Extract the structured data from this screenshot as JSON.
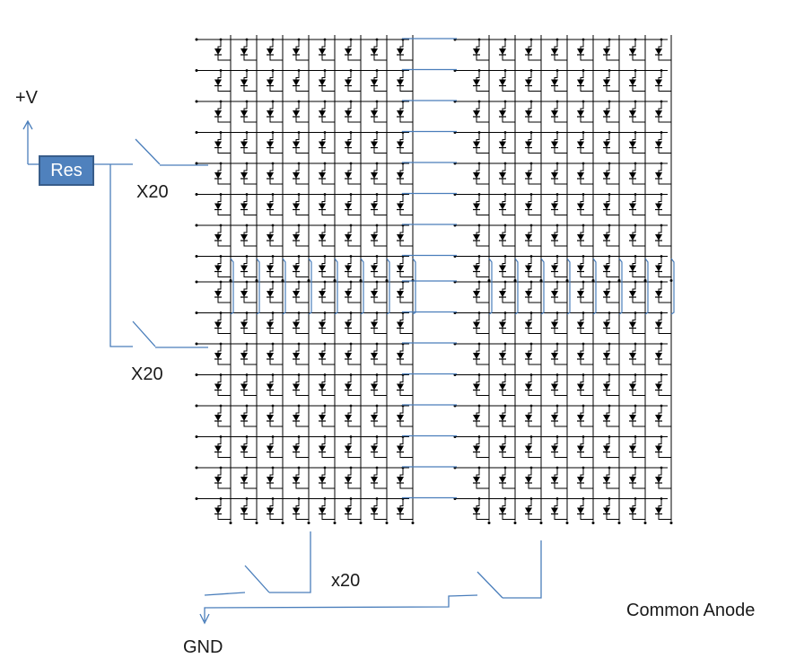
{
  "labels": {
    "supply": "+V",
    "resistor": "Res",
    "switch_top": "X20",
    "switch_bottom": "X20",
    "switch_ground": "x20",
    "ground": "GND",
    "config": "Common Anode"
  },
  "matrix": {
    "blocks_horizontal": 2,
    "blocks_vertical": 2,
    "rows_per_block": 8,
    "columns_per_block": 8
  },
  "colors": {
    "wire_blue": "#4a7ebb",
    "circuit_black": "#000000",
    "resistor_fill": "#4f81bd",
    "resistor_border": "#385d8a"
  }
}
